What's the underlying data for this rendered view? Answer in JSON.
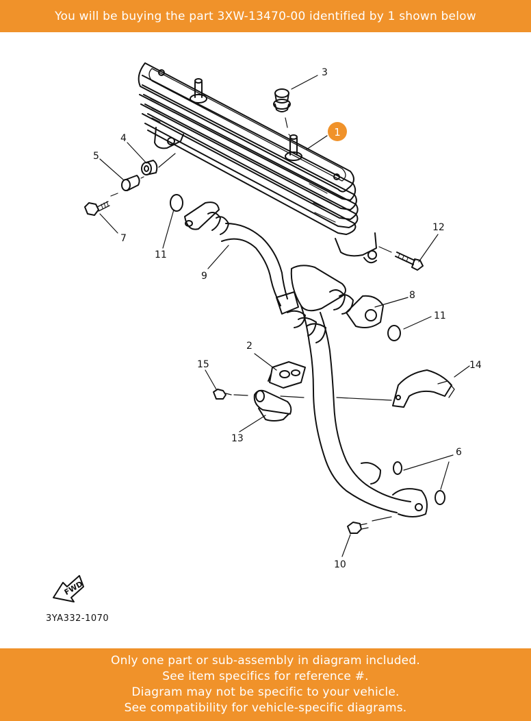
{
  "top_banner": "You will be buying the part 3XW-13470-00 identified by 1 shown below",
  "bottom_banner": {
    "lines": [
      "Only one part or sub-assembly in diagram included.",
      "See item specifics for reference #.",
      "Diagram may not be specific to your vehicle.",
      "See compatibility for vehicle-specific diagrams."
    ]
  },
  "diagram": {
    "highlight_badge": "1",
    "labels": {
      "l2": "2",
      "l3": "3",
      "l4": "4",
      "l5": "5",
      "l6": "6",
      "l7": "7",
      "l8": "8",
      "l9": "9",
      "l10": "10",
      "l11a": "11",
      "l11b": "11",
      "l12": "12",
      "l13": "13",
      "l14": "14",
      "l15": "15"
    },
    "fwd_text": "FWD",
    "diagram_code": "3YA332-1070"
  },
  "colors": {
    "banner": "#f0922a",
    "badge": "#f0922a",
    "line": "#111111"
  }
}
